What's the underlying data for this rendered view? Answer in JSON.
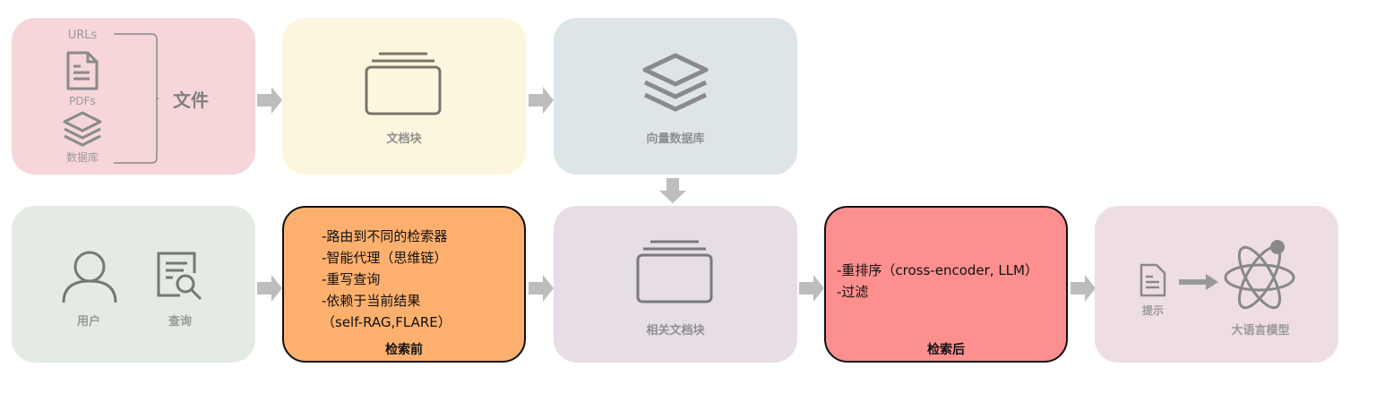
{
  "sources": {
    "urls": "URLs",
    "pdfs": "PDFs",
    "database": "数据库",
    "files": "文件"
  },
  "chunks": {
    "label": "文档块"
  },
  "vector_db": {
    "label": "向量数据库"
  },
  "user_query": {
    "user": "用户",
    "query": "查询"
  },
  "pre_retrieval": {
    "items": [
      "-路由到不同的检索器",
      "-智能代理（思维链）",
      "-重写查询",
      "-依赖于当前结果",
      "（self-RAG,FLARE）"
    ],
    "title": "检索前",
    "color": "#FDB06E"
  },
  "relevant_chunks": {
    "label": "相关文档块"
  },
  "post_retrieval": {
    "items": [
      "-重排序（cross-encoder, LLM）",
      "-过滤"
    ],
    "title": "检索后",
    "color": "#FD8F8F"
  },
  "generation": {
    "prompt": "提示",
    "llm": "大语言模型"
  }
}
